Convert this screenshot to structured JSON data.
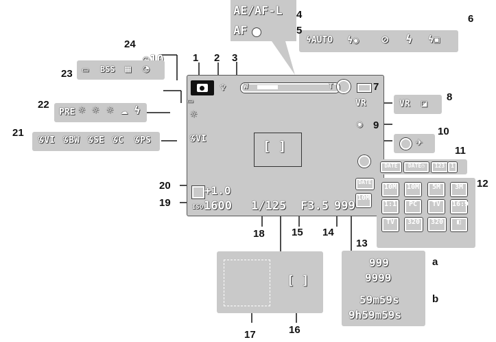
{
  "callouts": {
    "n1": "1",
    "n2": "2",
    "n3": "3",
    "n4": "4",
    "n5": "5",
    "n6": "6",
    "n7": "7",
    "n8": "8",
    "n9": "9",
    "n10": "10",
    "n11": "11",
    "n12": "12",
    "n13": "13",
    "n14": "14",
    "n15": "15",
    "n16": "16",
    "n17": "17",
    "n18": "18",
    "n19": "19",
    "n20": "20",
    "n21": "21",
    "n22": "22",
    "n23": "23",
    "n24": "24",
    "a": "a",
    "b": "b"
  },
  "screen": {
    "exposure_comp": "+1.0",
    "iso": "1600",
    "shutter": "1/125",
    "aperture": "F3.5",
    "exposures_remaining": "999",
    "af_frame": "[ ]"
  },
  "bubble_top": {
    "ae_af_lock": "AE/AF-L",
    "af": "AF"
  },
  "self_timer": "10",
  "flash_modes": [
    "AUTO",
    "red-eye",
    "off",
    "fill",
    "slow"
  ],
  "vr_icons": [
    "VR",
    "VR-hybrid"
  ],
  "date_icons": [
    "DATE",
    "DATE⊕",
    "123",
    "1"
  ],
  "image_modes": [
    "10M",
    "10M",
    "5M",
    "3M",
    "1:1",
    "PC",
    "TV",
    "16:9",
    "TV",
    "320",
    "320",
    "◧"
  ],
  "remaining_a": [
    "999",
    "9999"
  ],
  "remaining_b": [
    "59m59s",
    "9h59m59s"
  ],
  "white_balance": [
    "PRE",
    "☀",
    "☀",
    "☀",
    "☁",
    "⚡"
  ],
  "color_options": [
    "VI",
    "BW",
    "SE",
    "C",
    "PS"
  ],
  "continuous": [
    "▭",
    "BSS",
    "▦",
    "◔"
  ],
  "colors": {
    "screen_bg": "#c9c9c9",
    "icon": "#ffffff",
    "text": "#111111"
  }
}
